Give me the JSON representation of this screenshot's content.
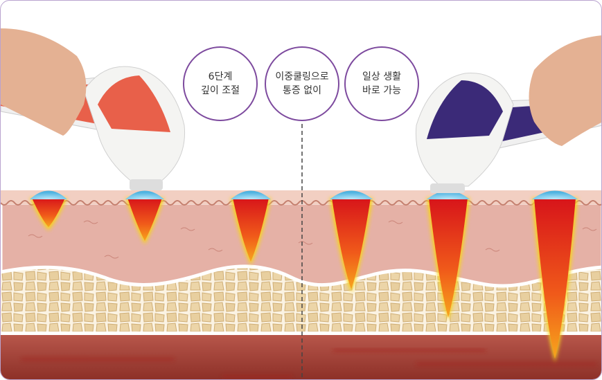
{
  "features": [
    {
      "line1": "6단계",
      "line2": "깊이 조절"
    },
    {
      "line1": "이중쿨링으로",
      "line2": "통증 없이"
    },
    {
      "line1": "일상 생활",
      "line2": "바로 가능"
    }
  ],
  "colors": {
    "circle_border": "#7d4a9e",
    "left_device": "#e8604a",
    "right_device": "#3b2a78",
    "skin": "#e7b7ad",
    "fat": "#f3e3c3",
    "muscle": "#9b3a30"
  }
}
